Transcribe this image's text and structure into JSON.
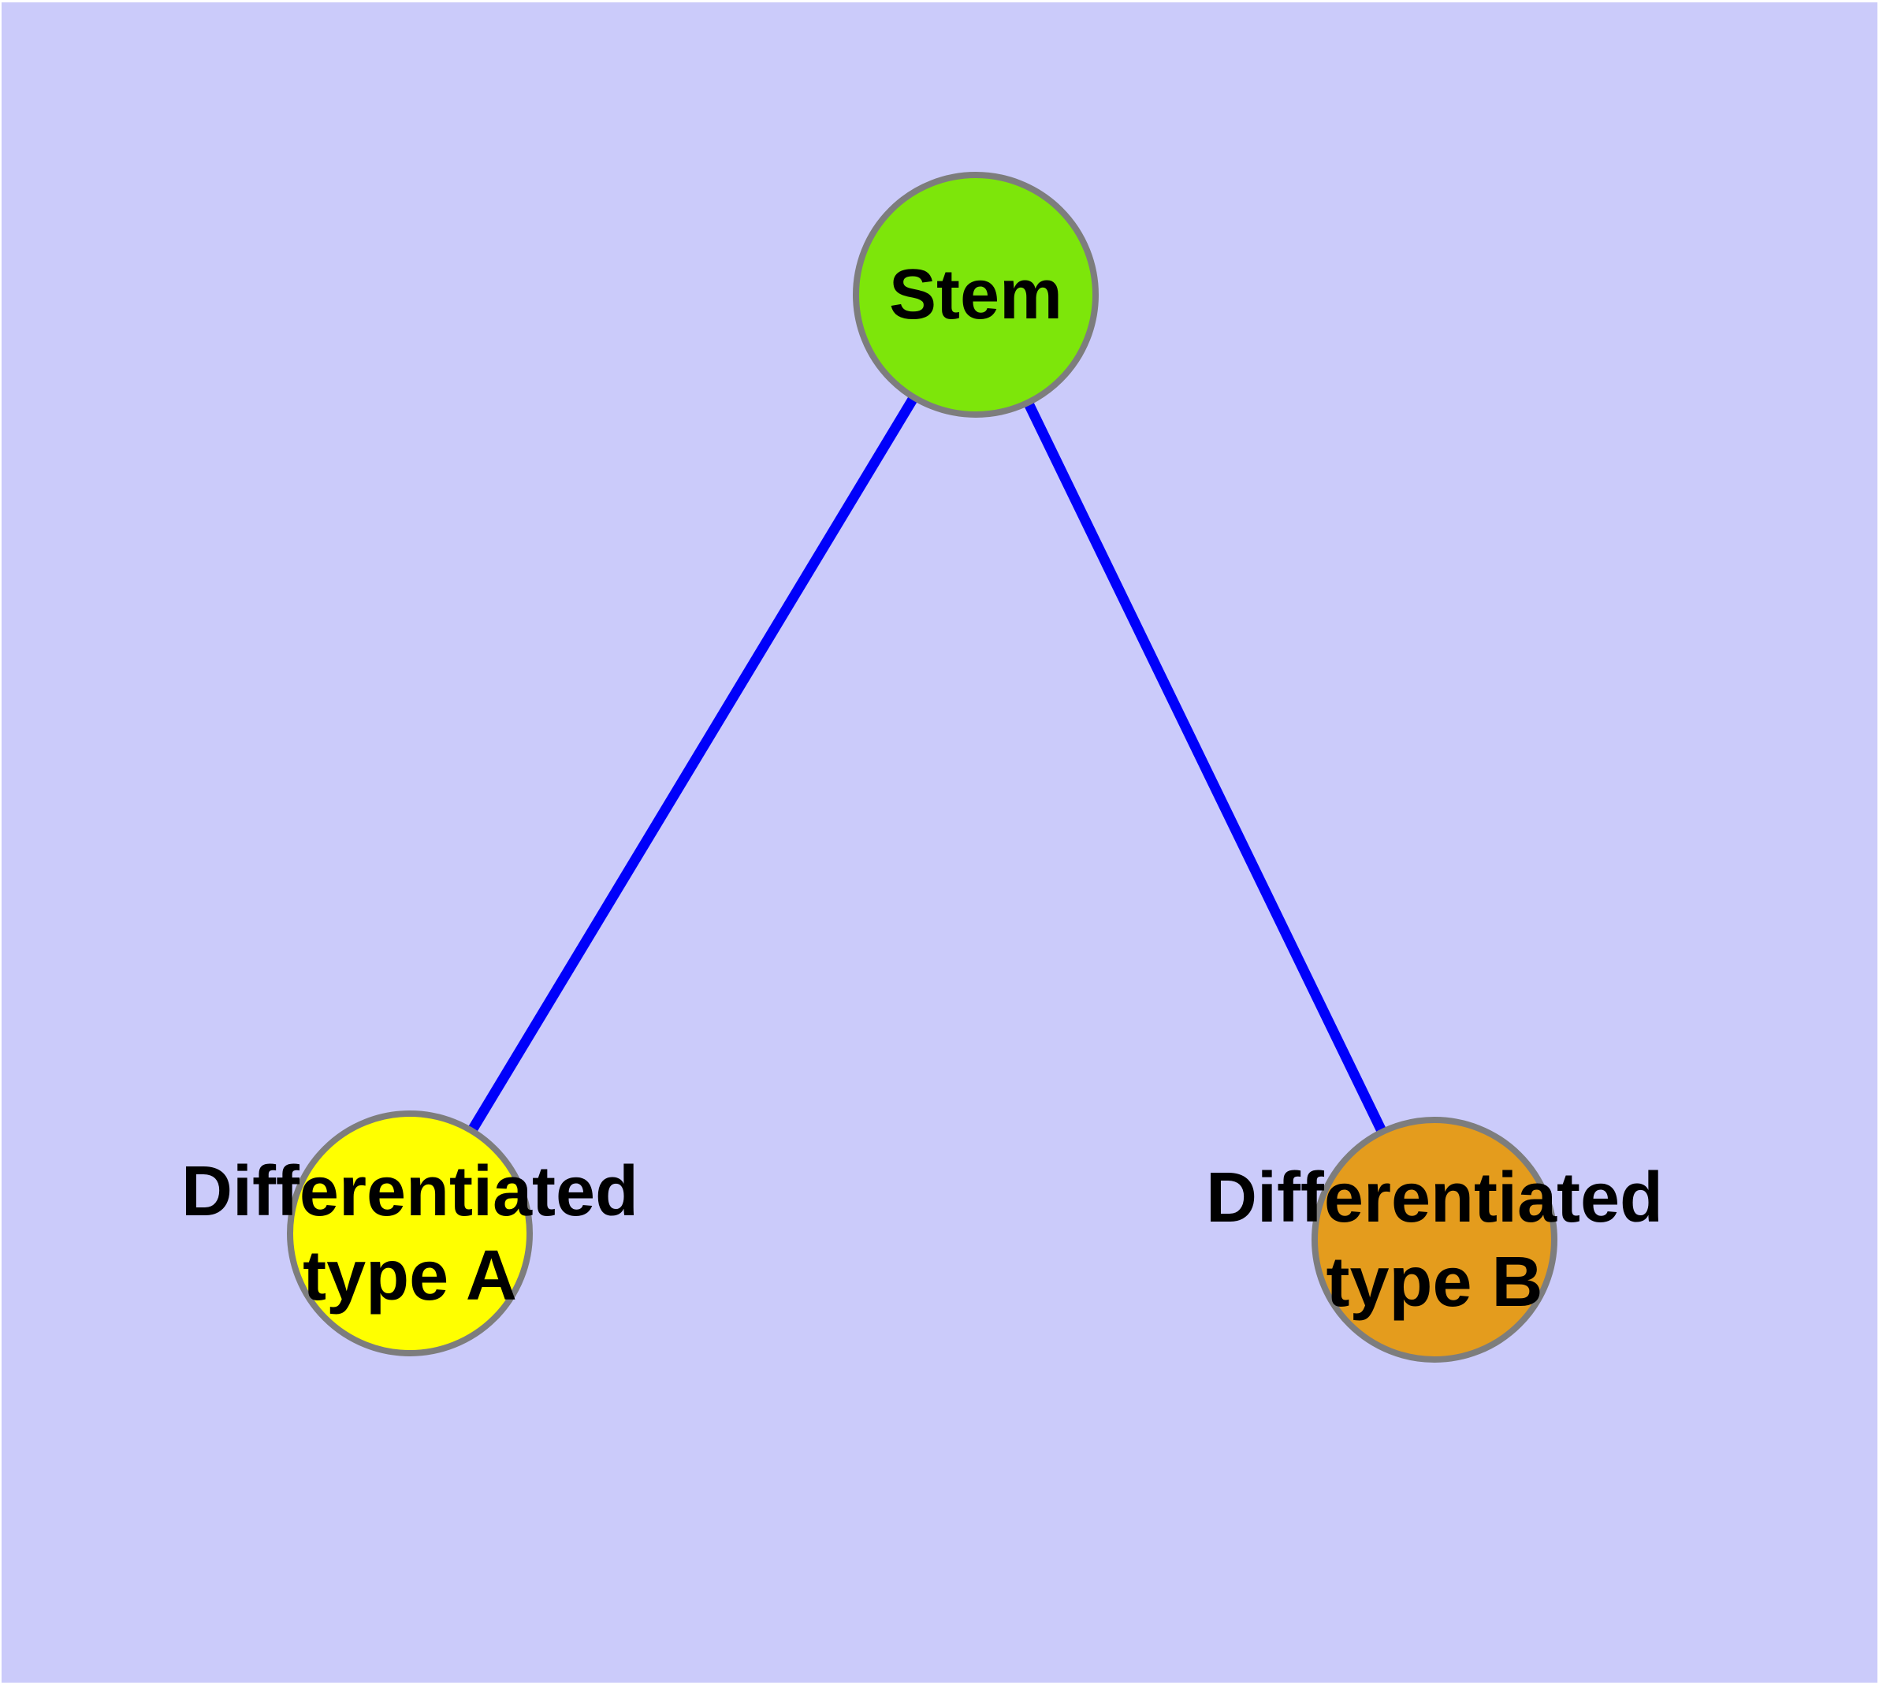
{
  "diagram": {
    "title": "Stem cell differentiation diagram",
    "colors": {
      "canvas_background": "#CBCBFA",
      "page_background": "#FFFFFF",
      "edge_blue": "#0000FA",
      "node_border_gray": "#7D7D7D",
      "label_black": "#000000",
      "stem_green": "#7DE60A",
      "type_a_yellow": "#FFFF00",
      "type_b_orange": "#E49C1D"
    },
    "nodes": {
      "stem": {
        "label": "Stem",
        "line1": "Stem",
        "fill": "#7DE60A"
      },
      "type_a": {
        "label": "Differentiated type A",
        "line1": "Differentiated",
        "line2": "type A",
        "fill": "#FFFF00"
      },
      "type_b": {
        "label": "Differentiated type B",
        "line1": "Differentiated",
        "line2": "type B",
        "fill": "#E49C1D"
      }
    },
    "edges": [
      {
        "from": "Stem",
        "to": "Differentiated type A"
      },
      {
        "from": "Stem",
        "to": "Differentiated type B"
      }
    ]
  }
}
